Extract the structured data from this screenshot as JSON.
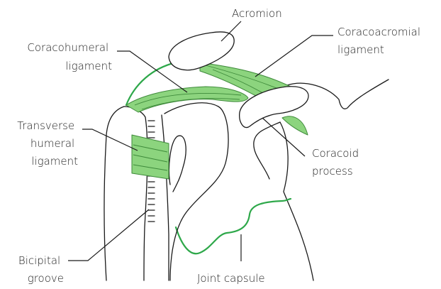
{
  "labels": {
    "acromion": "Acromion",
    "coracoacromial_line1": "Coracoacromial",
    "coracoacromial_line2": "ligament",
    "coracohumeral_line1": "Coracohumeral",
    "coracohumeral_line2": "ligament",
    "transverse_line1": "Transverse",
    "transverse_line2": "humeral",
    "transverse_line3": "ligament",
    "coracoid_line1": "Coracoid",
    "coracoid_line2": "process",
    "bicipital_line1": "Bicipital",
    "bicipital_line2": "groove",
    "joint_capsule": "Joint capsule"
  },
  "colors": {
    "ligament_fill": "#8cd47e",
    "ligament_stroke": "#3e8a3a",
    "capsule_line": "#2ea84a",
    "outline": "#1a1a1a",
    "label_text": "#222222"
  }
}
